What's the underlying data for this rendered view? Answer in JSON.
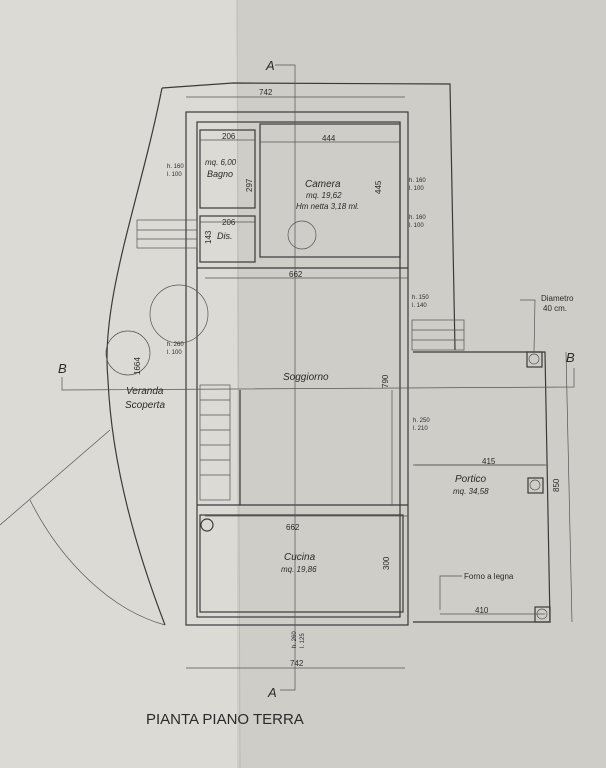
{
  "title": "PIANTA PIANO TERRA",
  "sections": {
    "a_top": "A",
    "a_bottom": "A",
    "b_left": "B",
    "b_right": "B"
  },
  "rooms": {
    "bagno": {
      "name": "Bagno",
      "area": "mq. 6,00"
    },
    "dis": {
      "name": "Dis."
    },
    "camera": {
      "name": "Camera",
      "area": "mq. 19,62",
      "height": "Hm netta 3,18 ml."
    },
    "soggiorno": {
      "name": "Soggiorno"
    },
    "veranda": {
      "name1": "Veranda",
      "name2": "Scoperta"
    },
    "portico": {
      "name": "Portico",
      "area": "mq. 34,58"
    },
    "cucina": {
      "name": "Cucina",
      "area": "mq. 19,86"
    }
  },
  "dimensions": {
    "top_width": "742",
    "bottom_width": "742",
    "bagno_w": "206",
    "dis_w": "206",
    "camera_w": "444",
    "bagno_h": "297",
    "dis_h": "143",
    "camera_h": "445",
    "hall_w": "662",
    "soggiorno_h": "790",
    "cucina_w": "662",
    "cucina_h": "300",
    "portico_w": "415",
    "portico_bottom_w": "410",
    "portico_h": "850",
    "veranda_h": "1664"
  },
  "openings": [
    {
      "h": "h. 160",
      "l": "l. 100"
    },
    {
      "h": "h. 160",
      "l": "l. 100"
    },
    {
      "h": "h. 160",
      "l": "l. 100"
    },
    {
      "h": "h. 150",
      "l": "l. 140"
    },
    {
      "h": "h. 260",
      "l": "l. 100"
    },
    {
      "h": "h. 250",
      "l": "l. 210"
    },
    {
      "h": "h. 260",
      "l": "l. 125"
    }
  ],
  "notes": {
    "diameter_1": "Diametro",
    "diameter_2": "40 cm.",
    "oven": "Forno a legna"
  }
}
